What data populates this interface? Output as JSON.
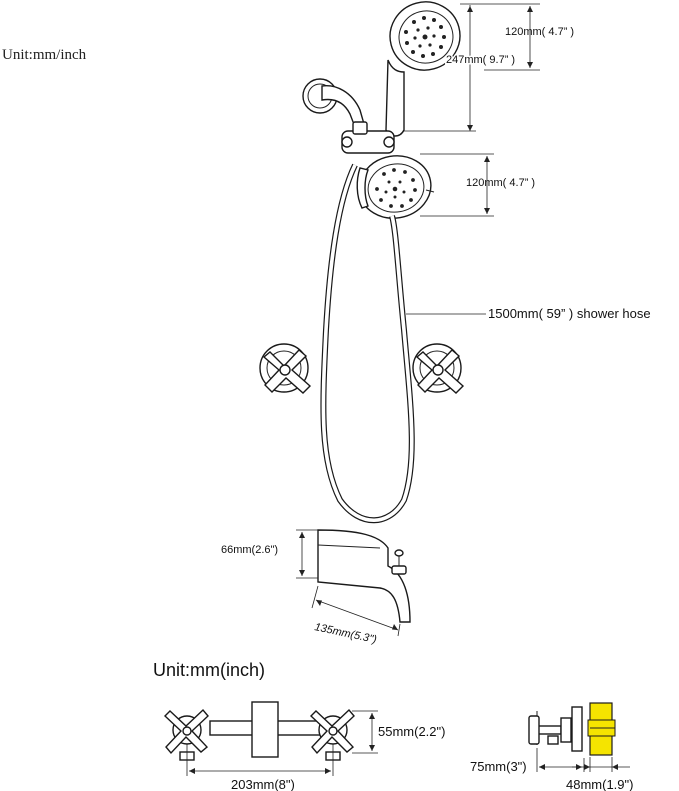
{
  "unit_top": "Unit:mm/inch",
  "unit_bottom": "Unit:mm(inch)",
  "dims": {
    "handheld_height": "120mm( 4.7” )",
    "handheld_length": "247mm( 9.7” )",
    "fixed_head": "120mm( 4.7” )",
    "hose": "1500mm( 59” ) shower hose",
    "spout_height": "66mm(2.6\")",
    "spout_length": "135mm(5.3\")",
    "valve_height": "55mm(2.2\")",
    "valve_spacing": "203mm(8\")",
    "valve_depth": "75mm(3\")",
    "valve_body": "48mm(1.9\")"
  },
  "colors": {
    "line": "#111111",
    "highlight": "#f5e400"
  }
}
